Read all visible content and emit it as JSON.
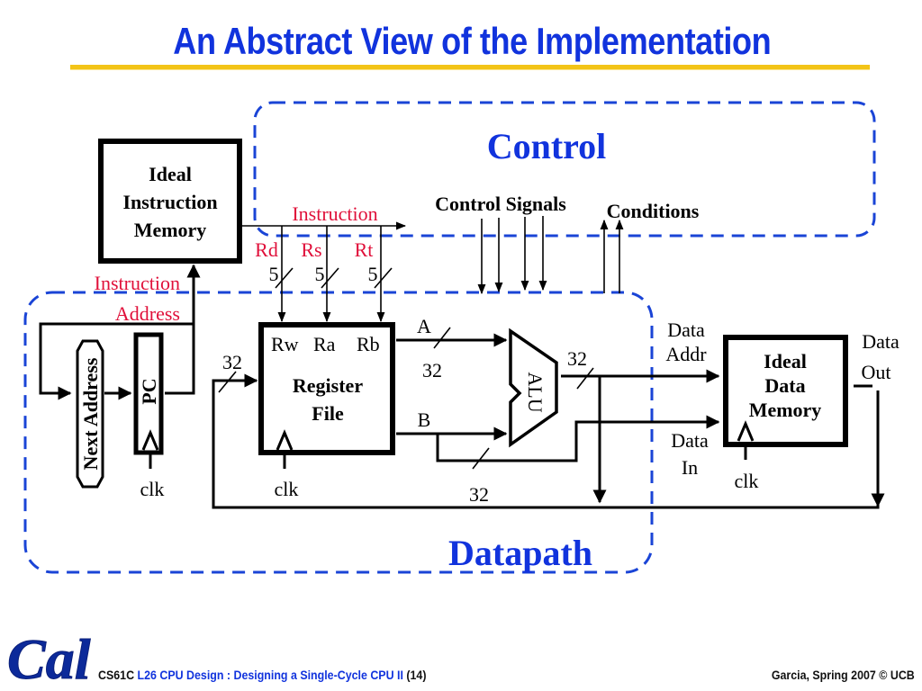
{
  "slide": {
    "title": "An Abstract View of the Implementation",
    "accent_color": "#1133dd",
    "rule_color": "#f3c417"
  },
  "regions": {
    "control": "Control",
    "datapath": "Datapath"
  },
  "blocks": {
    "instruction_memory": [
      "Ideal",
      "Instruction",
      "Memory"
    ],
    "next_address": "Next Address",
    "pc": "PC",
    "register_file": [
      "Register",
      "File"
    ],
    "register_ports": {
      "rw": "Rw",
      "ra": "Ra",
      "rb": "Rb"
    },
    "alu": "ALU",
    "data_memory": [
      "Ideal",
      "Data",
      "Memory"
    ]
  },
  "signals": {
    "instruction": "Instruction",
    "instruction_address": [
      "Instruction",
      "Address"
    ],
    "rd": "Rd",
    "rs": "Rs",
    "rt": "Rt",
    "field_width": "5",
    "control_signals": "Control Signals",
    "conditions": "Conditions",
    "bus_a": "A",
    "bus_b": "B",
    "bus_width": "32",
    "data_addr": [
      "Data",
      "Addr"
    ],
    "data_in": [
      "Data",
      "In"
    ],
    "data_out": [
      "Data",
      "Out"
    ],
    "clk": "clk"
  },
  "footer": {
    "logo": "Cal",
    "course": "CS61C",
    "lecture": "L26 CPU Design : Designing a Single-Cycle CPU II",
    "page": "(14)",
    "credit": "Garcia, Spring 2007 © UCB"
  }
}
